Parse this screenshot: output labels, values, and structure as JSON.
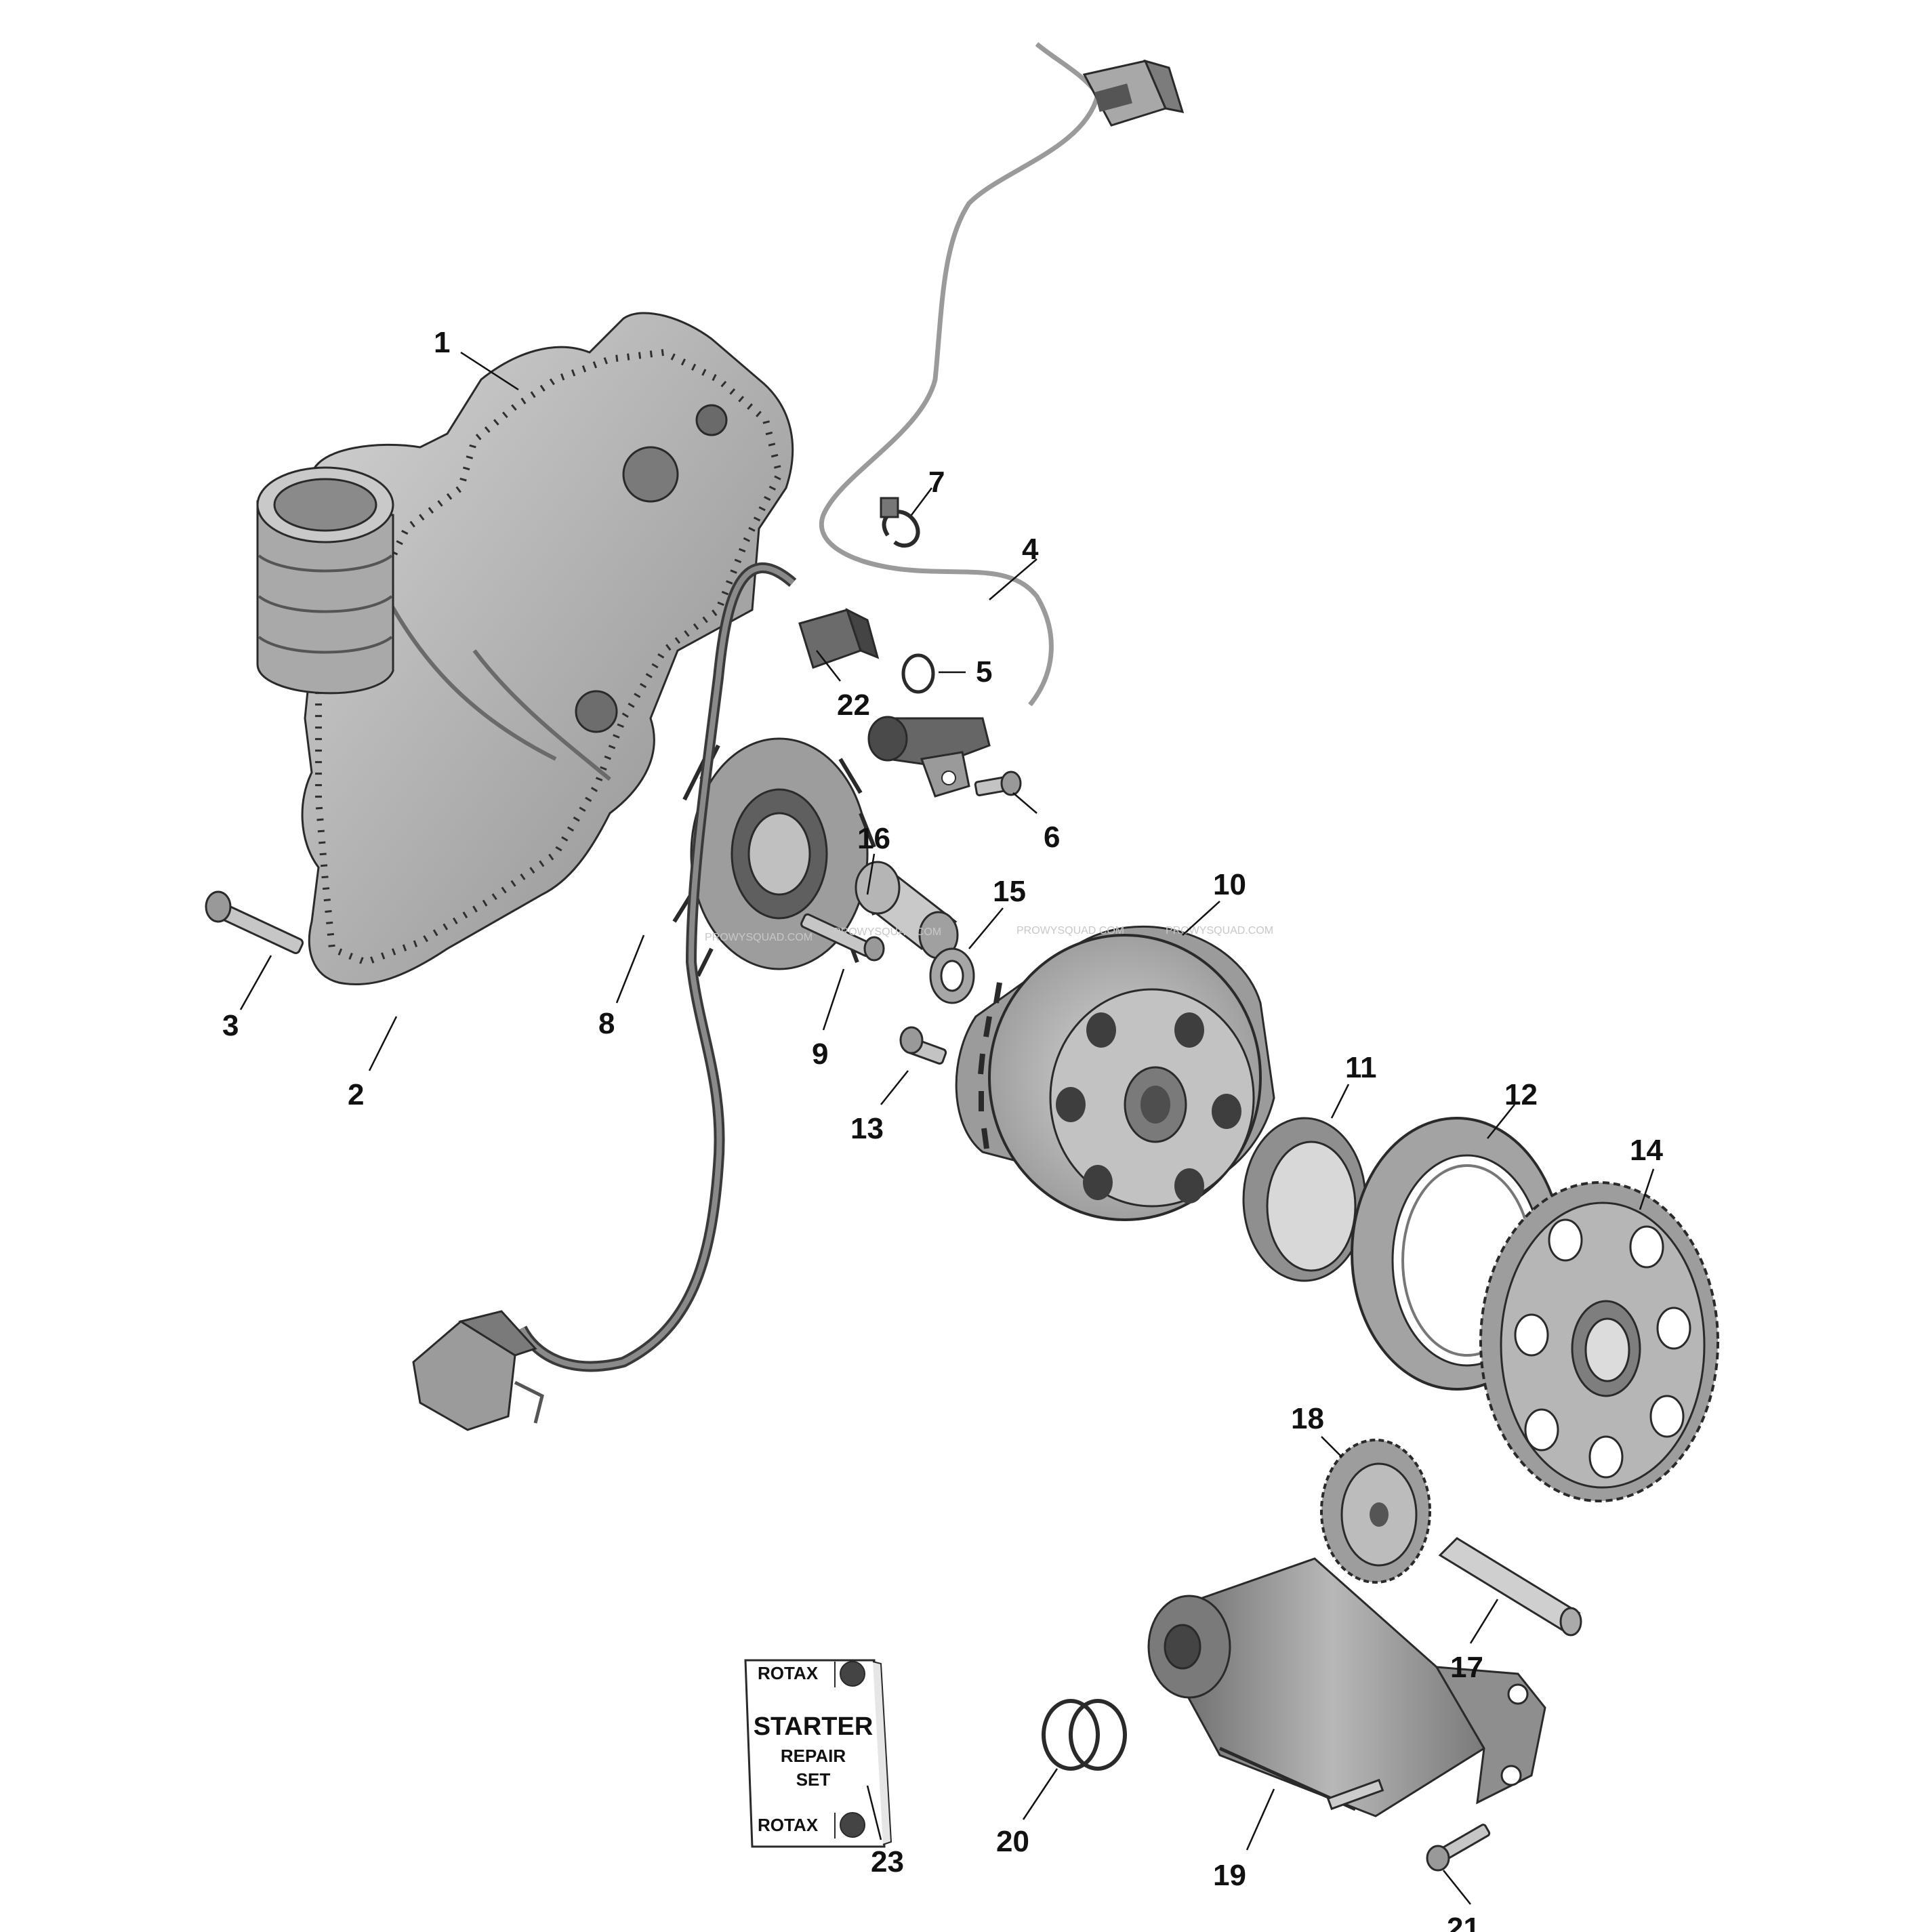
{
  "colors": {
    "part_fill": "#bdbdbd",
    "part_dark": "#8f8f8f",
    "part_shadow": "#5a5a5a",
    "outline": "#2a2a2a",
    "callout": "#111111",
    "background": "#ffffff"
  },
  "callouts": {
    "c1": "1",
    "c2": "2",
    "c3": "3",
    "c4": "4",
    "c5": "5",
    "c6": "6",
    "c7": "7",
    "c8": "8",
    "c9": "9",
    "c10": "10",
    "c11": "11",
    "c12": "12",
    "c13": "13",
    "c14": "14",
    "c15": "15",
    "c16": "16",
    "c17": "17",
    "c18": "18",
    "c19": "19",
    "c20": "20",
    "c21": "21",
    "c22": "22",
    "c23": "23"
  },
  "repair_card": {
    "brand_top": "ROTAX",
    "line1": "STARTER",
    "line2": "REPAIR",
    "line3": "SET",
    "brand_bottom": "ROTAX"
  },
  "watermarks": {
    "w1": "PROWYSQUAD.COM",
    "w2": "PROWYSQUAD.COM",
    "w3": "PROWYSQUAD.COM",
    "w4": "PROWYSQUAD.COM"
  }
}
